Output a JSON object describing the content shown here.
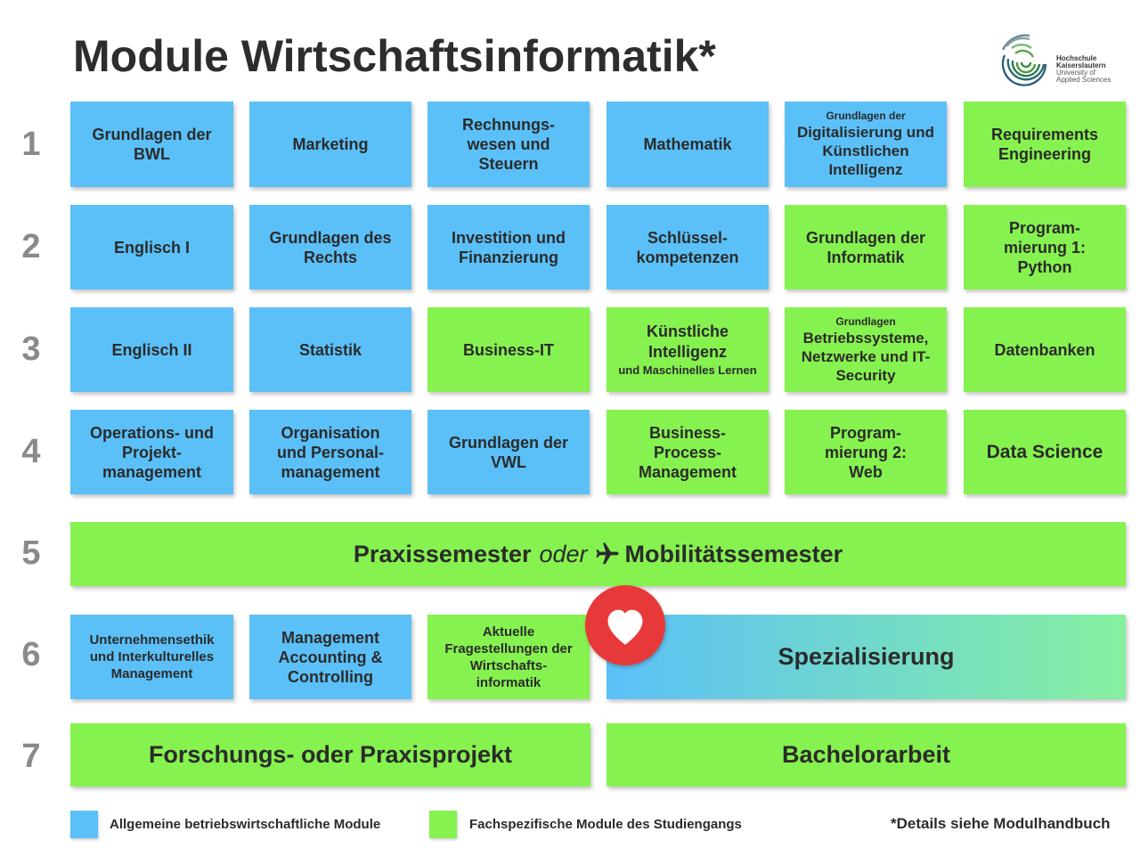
{
  "title": "Module Wirtschaftsinformatik*",
  "logo": {
    "line1": "Hochschule",
    "line2": "Kaiserslautern",
    "line3": "University of",
    "line4": "Applied Sciences"
  },
  "semesters": [
    "1",
    "2",
    "3",
    "4",
    "5",
    "6",
    "7"
  ],
  "colors": {
    "allgemein": "#5bc0f8",
    "fachspezifisch": "#86f24f",
    "heart": "#e8393a"
  },
  "row1": {
    "c1": "Grundlagen der BWL",
    "c2": "Marketing",
    "c3_l1": "Rechnungs-",
    "c3_l2": "wesen und",
    "c3_l3": "Steuern",
    "c4": "Mathematik",
    "c5_small": "Grundlagen der",
    "c5_main": "Digitalisierung und Künstlichen Intelligenz",
    "c6": "Requirements Engineering"
  },
  "row2": {
    "c1": "Englisch I",
    "c2": "Grundlagen des Rechts",
    "c3": "Investition und Finanzierung",
    "c4_l1": "Schlüssel-",
    "c4_l2": "kompetenzen",
    "c5": "Grundlagen der Informatik",
    "c6_l1": "Program-",
    "c6_l2": "mierung 1:",
    "c6_l3": "Python"
  },
  "row3": {
    "c1": "Englisch II",
    "c2": "Statistik",
    "c3": "Business-IT",
    "c4_main": "Künstliche Intelligenz",
    "c4_small": "und Maschinelles Lernen",
    "c5_small": "Grundlagen",
    "c5_main": "Betriebssysteme, Netzwerke und IT-Security",
    "c6": "Datenbanken"
  },
  "row4": {
    "c1_l1": "Operations- und",
    "c1_l2": "Projekt-",
    "c1_l3": "management",
    "c2_l1": "Organisation",
    "c2_l2": "und Personal-",
    "c2_l3": "management",
    "c3": "Grundlagen der VWL",
    "c4_l1": "Business-",
    "c4_l2": "Process-",
    "c4_l3": "Management",
    "c5_l1": "Program-",
    "c5_l2": "mierung 2:",
    "c5_l3": "Web",
    "c6": "Data Science"
  },
  "row5": {
    "part1": "Praxissemester",
    "part2": "oder",
    "part3": "Mobilitätssemester"
  },
  "row6": {
    "c1": "Unternehmensethik und Interkulturelles Management",
    "c2": "Management Accounting & Controlling",
    "c3_l1": "Aktuelle",
    "c3_l2": "Fragestellungen der",
    "c3_l3": "Wirtschafts-",
    "c3_l4": "informatik",
    "spez": "Spezialisierung"
  },
  "row7": {
    "c1": "Forschungs- oder Praxisprojekt",
    "c2": "Bachelorarbeit"
  },
  "legend": {
    "allgemein": "Allgemeine betriebswirtschaftliche Module",
    "fachspezifisch": "Fachspezifische Module des Studiengangs",
    "note": "*Details siehe Modulhandbuch"
  }
}
